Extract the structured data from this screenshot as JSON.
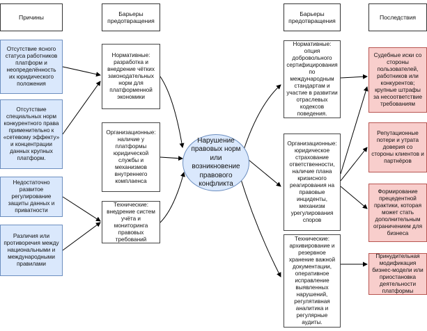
{
  "headers": {
    "causes": "Причины",
    "barriers_left": "Барьеры\nпредотвращения",
    "barriers_right": "Барьеры\nпредотвращения",
    "consequences": "Последствия"
  },
  "causes": [
    "Отсутствие ясного статуса работников платформ и неопределённость их юридического положения",
    "Отсутствие специальных норм конкурентного права применительно к «сетевому эффекту» и концентрации данных крупных платформ.",
    "Недостаточно развитое регулирование защиты данных и приватности",
    "Различия или противоречия между национальными и международными правилами"
  ],
  "barriers_left": [
    "Нормативные: разработка и внедрение чётких законодательных норм для платформенной экономики",
    "Организационные: наличие у платформы юридической службы и механизмов внутреннего комплаенса",
    "Технические: внедрение систем учёта и мониторинга правовых требований"
  ],
  "event": "Нарушение правовых норм или возникновение правового конфликта",
  "barriers_right": [
    "Нормативные: опция добровольного сертифицирования по международным стандартам и участие в развитии отраслевых кодексов поведения.",
    "Организационные: юридическое страхование ответственности, наличие плана кризисного реагирования на правовые инциденты, механизм урегулирования споров",
    "Технические: архивирование и резервное хранение важной документации, оперативное исправление выявленных нарушений, регулятивная аналитика и регулярные аудиты."
  ],
  "consequences": [
    "Судебные иски со стороны пользователей, работников или конкурентов; крупные штрафы за несоответствие требованиям",
    "Репутационные потери и утрата доверия со стороны клиентов и партнёров",
    "Формирование прецедентной практики, которая может стать дополнительным ограничением для бизнеса",
    "Принудительная модификация бизнес-модели или приостановка деятельности платформы"
  ],
  "colors": {
    "cause_fill": "#dae8fc",
    "consequence_fill": "#f8cecc",
    "event_fill": "#dae8fc"
  }
}
